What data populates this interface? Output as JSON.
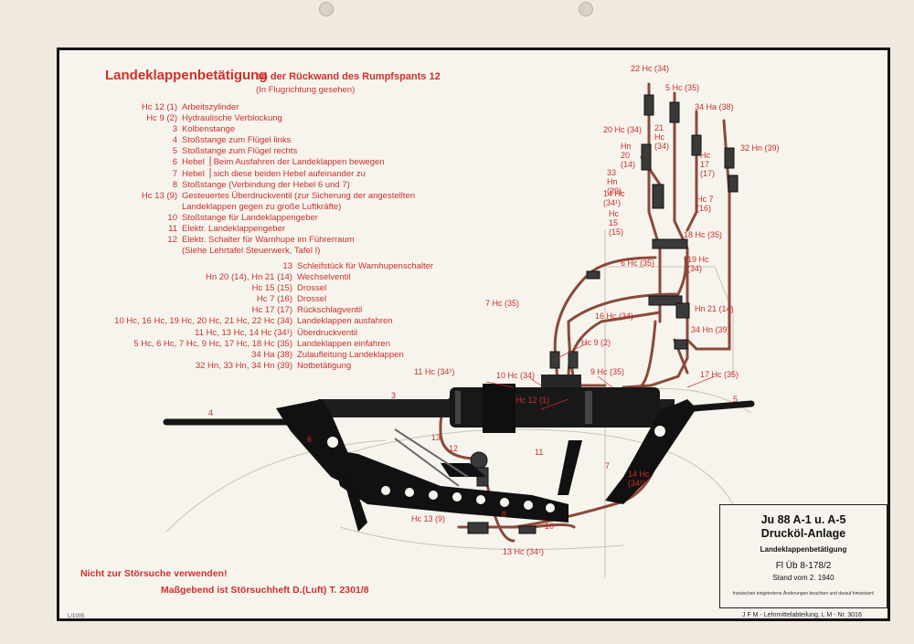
{
  "header": {
    "title": "Landeklappenbetätigung",
    "subtitle": "an der Rückwand des Rumpfspants 12",
    "note": "(In Flugrichtung gesehen)"
  },
  "legend_parts": [
    {
      "key": "Hc 12 (1)",
      "text": "Arbeitszylinder"
    },
    {
      "key": "Hc 9 (2)",
      "text": "Hydraulische Verblockung"
    },
    {
      "key": "3",
      "text": "Kolbenstange"
    },
    {
      "key": "4",
      "text": "Stoßstange zum Flügel links"
    },
    {
      "key": "5",
      "text": "Stoßstange zum Flügel rechts"
    },
    {
      "key": "6",
      "text": "Hebel  ⎪Beim Ausfahren der Landeklappen bewegen"
    },
    {
      "key": "7",
      "text": "Hebel  ⎪sich diese beiden Hebel aufeinander zu"
    },
    {
      "key": "8",
      "text": "Stoßstange (Verbindung der Hebel 6 und 7)"
    },
    {
      "key": "Hc 13 (9)",
      "text": "Gesteuertes Überdruckventil (zur Sicherung der angestellten"
    },
    {
      "key": "",
      "text": "Landeklappen gegen zu große Luftkräfte)"
    },
    {
      "key": "10",
      "text": "Stoßstange für Landeklappengeber"
    },
    {
      "key": "11",
      "text": "Elektr. Landeklappengeber"
    },
    {
      "key": "12",
      "text": "Elektr. Schalter für Warnhupe im Führerraum"
    },
    {
      "key": "",
      "text": "(Siehe Lehrtafel Steuerwerk, Tafel I)"
    }
  ],
  "legend_lines": [
    {
      "key": "13",
      "text": "Schleifstück für Warnhupenschalter"
    },
    {
      "key": "Hn 20 (14), Hn 21 (14)",
      "text": "Wechselventil"
    },
    {
      "key": "Hc 15 (15)",
      "text": "Drossel"
    },
    {
      "key": "Hc 7 (16)",
      "text": "Drossel"
    },
    {
      "key": "Hc 17 (17)",
      "text": "Rückschlagventil"
    },
    {
      "key": "10 Hc, 16 Hc, 19 Hc, 20 Hc, 21 Hc, 22 Hc (34)",
      "text": "Landeklappen ausfahren"
    },
    {
      "key": "11 Hc, 13 Hc, 14 Hc (34¹)",
      "text": "Überdruckventil"
    },
    {
      "key": "5 Hc, 6 Hc, 7 Hc, 9 Hc, 17 Hc, 18 Hc (35)",
      "text": "Landeklappen einfahren"
    },
    {
      "key": "34 Ha (38)",
      "text": "Zulaufleitung Landeklappen"
    },
    {
      "key": "32 Hn, 33 Hn, 34 Hn (39)",
      "text": "Notbetätigung"
    }
  ],
  "labels": {
    "l22hc": "22 Hc (34)",
    "l5hc": "5 Hc (35)",
    "l34ha": "34 Ha (38)",
    "l20hc": "20 Hc (34)",
    "l21hc": "21 Hc (34)",
    "lhn20": "Hn 20 (14)",
    "lhc17": "Hc 17 (17)",
    "l32hn": "32 Hn (39)",
    "l33hn": "33 Hn (39)",
    "l14hc_a": "14 Hc (34¹)",
    "lhc7": "Hc 7 (16)",
    "lhc15": "Hc 15 (15)",
    "l18hc": "18 Hc (35)",
    "l6hc": "6 Hc (35)",
    "l19hc": "19 Hc (34)",
    "l7hc": "7 Hc (35)",
    "lhn21": "Hn 21 (14)",
    "l16hc": "16 Hc (34)",
    "l34hn": "34 Hn (39)",
    "lhc9": "Hc 9 (2)",
    "l11hc": "11 Hc (34¹)",
    "l10hc": "10 Hc (34)",
    "l9hc": "9 Hc (35)",
    "l17hc": "17 Hc (35)",
    "lhc12": "Hc 12 (1)",
    "n3": "3",
    "n4": "4",
    "n5": "5",
    "n6": "6",
    "n7": "7",
    "n8": "8",
    "n10": "10",
    "n11": "11",
    "n12": "12",
    "n13": "13",
    "l14hc_b": "14 Hc (34¹)",
    "lhc13": "Hc 13 (9)",
    "l13hc": "13 Hc (34¹)"
  },
  "titleblock": {
    "model": "Ju 88 A-1 u. A-5",
    "name": "Drucköl-Anlage",
    "section": "Landeklappenbetätigung",
    "code": "Fl Üb 8-178/2",
    "date": "Stand vom 2. 1940",
    "fineprint": "Inzwischen eingetretene Änderungen beachten und darauf hinweisen!"
  },
  "warnings": {
    "line1": "Nicht zur Störsuche verwenden!",
    "line2": "Maßgebend ist Störsuchheft D.(Luft) T. 2301/8"
  },
  "footer": {
    "left": "L/1005",
    "right": "J F M - Lehrmittelabteilung, L M - Nr. 3016"
  },
  "colors": {
    "accent": "#d0302a",
    "pipe": "#8a4a3a",
    "metal": "#1a1a1a"
  }
}
